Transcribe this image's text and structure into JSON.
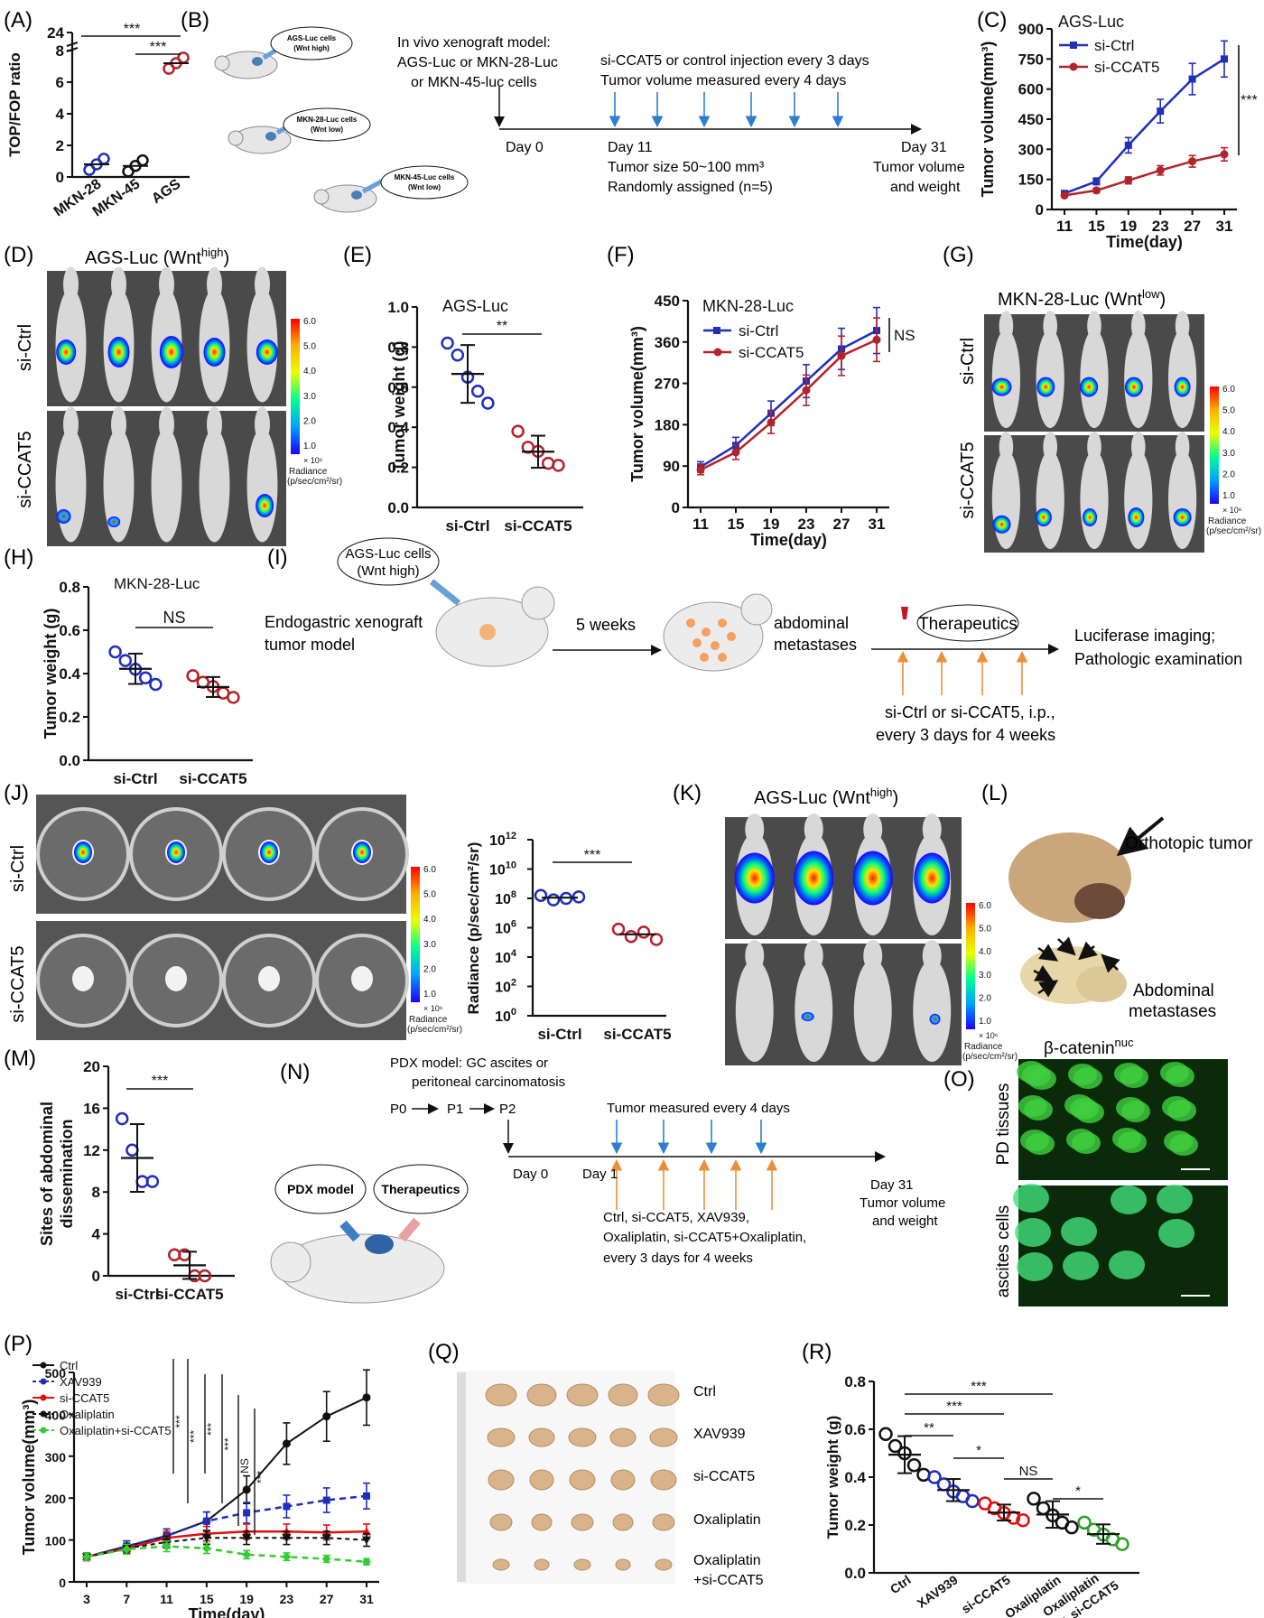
{
  "colors": {
    "blue": "#1f2fb8",
    "red": "#b3232a",
    "green": "#2ca02c",
    "black": "#111111",
    "arrow_blue": "#2b7ed1",
    "arrow_orange": "#e8913a",
    "photo_bg": "#4a4a4a",
    "ivory": "#e7d7a8"
  },
  "panels": {
    "A": {
      "label": "(A)",
      "chart_data": {
        "type": "scatter",
        "categories": [
          "MKN-28",
          "MKN-45",
          "AGS"
        ],
        "values": [
          0.8,
          0.7,
          7.2
        ],
        "ylabel": "TOP/FOP ratio",
        "yticks": [
          "0",
          "2",
          "4",
          "6",
          "8",
          "24"
        ],
        "sig": [
          "***",
          "***"
        ]
      }
    },
    "B": {
      "label": "(B)",
      "mouse_labels": [
        [
          "AGS-Luc cells",
          "(Wnt high)"
        ],
        [
          "MKN-28-Luc cells",
          "(Wnt low)"
        ],
        [
          "MKN-45-Luc cells",
          "(Wnt low)"
        ]
      ],
      "model_lines": [
        "In vivo xenograft model:",
        "AGS-Luc or MKN-28-Luc",
        "or MKN-45-luc cells"
      ],
      "injection_lines": [
        "si-CCAT5 or control injection every 3 days",
        "Tumor volume measured every 4 days"
      ],
      "day0": "Day 0",
      "day11_lines": [
        "Day 11",
        "Tumor size 50~100 mm³",
        "Randomly assigned (n=5)"
      ],
      "day31_lines": [
        "Day 31",
        "Tumor volume",
        "and weight"
      ]
    },
    "C": {
      "label": "(C)",
      "chart_data": {
        "type": "line",
        "title": "AGS-Luc",
        "x": [
          11,
          15,
          19,
          23,
          27,
          31
        ],
        "series": [
          {
            "name": "si-Ctrl",
            "values": [
              80,
              140,
              320,
              490,
              650,
              750
            ]
          },
          {
            "name": "si-CCAT5",
            "values": [
              70,
              95,
              145,
              195,
              240,
              275
            ]
          }
        ],
        "xlabel": "Time(day)",
        "ylabel": "Tumor volume(mm³)",
        "ylim": [
          0,
          900
        ],
        "yticks": [
          "0",
          "150",
          "300",
          "450",
          "600",
          "750",
          "900"
        ],
        "sig": "***"
      }
    },
    "D": {
      "label": "(D)",
      "title": "AGS-Luc (Wnt",
      "title_sup": "high",
      "title_end": ")",
      "rows": [
        "si-Ctrl",
        "si-CCAT5"
      ]
    },
    "E": {
      "label": "(E)",
      "chart_data": {
        "type": "scatter",
        "title": "AGS-Luc",
        "categories": [
          "si-Ctrl",
          "si-CCAT5"
        ],
        "series": [
          {
            "name": "si-Ctrl",
            "values": [
              0.82,
              0.76,
              0.65,
              0.58,
              0.52
            ]
          },
          {
            "name": "si-CCAT5",
            "values": [
              0.38,
              0.3,
              0.28,
              0.22,
              0.21
            ]
          }
        ],
        "ylabel": "Tumor weight (g)",
        "ylim": [
          0,
          1.0
        ],
        "yticks": [
          "0.0",
          "0.2",
          "0.4",
          "0.6",
          "0.8",
          "1.0"
        ],
        "sig": "**"
      }
    },
    "F": {
      "label": "(F)",
      "chart_data": {
        "type": "line",
        "title": "MKN-28-Luc",
        "x": [
          11,
          15,
          19,
          23,
          27,
          31
        ],
        "series": [
          {
            "name": "si-Ctrl",
            "values": [
              88,
              135,
              205,
              275,
              345,
              385
            ]
          },
          {
            "name": "si-CCAT5",
            "values": [
              82,
              120,
              185,
              255,
              330,
              365
            ]
          }
        ],
        "xlabel": "Time(day)",
        "ylabel": "Tumor volume(mm³)",
        "ylim": [
          0,
          450
        ],
        "yticks": [
          "0",
          "90",
          "180",
          "270",
          "360",
          "450"
        ],
        "sig": "NS"
      }
    },
    "G": {
      "label": "(G)",
      "title": "MKN-28-Luc (Wnt",
      "title_sup": "low",
      "title_end": ")",
      "rows": [
        "si-Ctrl",
        "si-CCAT5"
      ]
    },
    "H": {
      "label": "(H)",
      "chart_data": {
        "type": "scatter",
        "title": "MKN-28-Luc",
        "categories": [
          "si-Ctrl",
          "si-CCAT5"
        ],
        "series": [
          {
            "name": "si-Ctrl",
            "values": [
              0.5,
              0.46,
              0.42,
              0.38,
              0.35
            ]
          },
          {
            "name": "si-CCAT5",
            "values": [
              0.39,
              0.36,
              0.34,
              0.31,
              0.29
            ]
          }
        ],
        "ylabel": "Tumor weight (g)",
        "ylim": [
          0,
          0.8
        ],
        "yticks": [
          "0.0",
          "0.2",
          "0.4",
          "0.6",
          "0.8"
        ],
        "sig": "NS"
      }
    },
    "I": {
      "label": "(I)",
      "cells": [
        "AGS-Luc cells",
        "(Wnt high)"
      ],
      "model": [
        "Endogastric xenograft",
        "tumor model"
      ],
      "weeks": "5 weeks",
      "meta": [
        "abdominal",
        "metastases"
      ],
      "therapeutics": "Therapeutics",
      "outcome": [
        "Luciferase imaging;",
        "Pathologic examination"
      ],
      "treatment": [
        "si-Ctrl or si-CCAT5, i.p.,",
        "every 3 days for 4 weeks"
      ]
    },
    "J": {
      "label": "(J)",
      "rows": [
        "si-Ctrl",
        "si-CCAT5"
      ],
      "chart_data": {
        "type": "scatter",
        "categories": [
          "si-Ctrl",
          "si-CCAT5"
        ],
        "series": [
          {
            "name": "si-Ctrl",
            "values": [
              8.2,
              7.9,
              8.0,
              8.1
            ]
          },
          {
            "name": "si-CCAT5",
            "values": [
              5.9,
              5.4,
              5.7,
              5.2
            ]
          }
        ],
        "ylabel": "Radiance (p/sec/cm²/sr)",
        "ylim": [
          0,
          12
        ],
        "ytick_exps": [
          "0",
          "2",
          "4",
          "6",
          "8",
          "10",
          "12"
        ],
        "sig": "***"
      }
    },
    "K": {
      "label": "(K)",
      "title": "AGS-Luc (Wnt",
      "title_sup": "high",
      "title_end": ")"
    },
    "L": {
      "label": "(L)",
      "ann1": "Orthotopic tumor",
      "ann2": [
        "Abdominal",
        "metastases"
      ]
    },
    "M": {
      "label": "(M)",
      "chart_data": {
        "type": "scatter",
        "categories": [
          "si-Ctrl",
          "si-CCAT5"
        ],
        "series": [
          {
            "name": "si-Ctrl",
            "values": [
              15,
              12,
              9,
              9
            ]
          },
          {
            "name": "si-CCAT5",
            "values": [
              2,
              2,
              0,
              0
            ]
          }
        ],
        "ylabel": [
          "Sites of abdominal",
          "dissemination"
        ],
        "ylim": [
          0,
          20
        ],
        "yticks": [
          "0",
          "4",
          "8",
          "12",
          "16",
          "20"
        ],
        "sig": "***"
      }
    },
    "N": {
      "label": "(N)",
      "pdx_lines": [
        "PDX model:  GC ascites or",
        "peritoneal carcinomatosis"
      ],
      "passages": [
        "P0",
        "P1",
        "P2"
      ],
      "measured": "Tumor measured every 4 days",
      "day0": "Day 0",
      "day1": "Day 1",
      "day31_lines": [
        "Day 31",
        "Tumor volume",
        "and weight"
      ],
      "pdx_bubble": "PDX model",
      "ther_bubble": "Therapeutics",
      "treatments": [
        "Ctrl, si-CCAT5, XAV939,",
        "Oxaliplatin, si-CCAT5+Oxaliplatin,",
        "every 3 days for 4 weeks"
      ]
    },
    "O": {
      "label": "(O)",
      "title": "β-catenin",
      "title_sup": "nuc",
      "rows": [
        "PD tissues",
        "ascites cells"
      ]
    },
    "P": {
      "label": "(P)",
      "chart_data": {
        "type": "line",
        "x": [
          3,
          7,
          11,
          15,
          19,
          23,
          27,
          31
        ],
        "series": [
          {
            "name": "Ctrl",
            "values": [
              60,
              85,
              110,
              145,
              220,
              330,
              395,
              440
            ]
          },
          {
            "name": "XAV939",
            "values": [
              60,
              85,
              110,
              145,
              165,
              180,
              195,
              205
            ]
          },
          {
            "name": "si-CCAT5",
            "values": [
              60,
              80,
              105,
              115,
              120,
              120,
              118,
              120
            ]
          },
          {
            "name": "Oxaliplatin",
            "values": [
              60,
              80,
              95,
              105,
              105,
              105,
              105,
              100
            ]
          },
          {
            "name": "Oxaliplatin+si-CCAT5",
            "values": [
              60,
              78,
              85,
              80,
              65,
              60,
              55,
              48
            ]
          }
        ],
        "xlabel": "Time(day)",
        "ylabel": "Tumor volume(mm³)",
        "ylim": [
          0,
          500
        ],
        "yticks": [
          "0",
          "100",
          "200",
          "300",
          "400",
          "500"
        ],
        "sig": [
          "***",
          "***",
          "***",
          "***",
          "NS",
          "***"
        ]
      }
    },
    "Q": {
      "label": "(Q)",
      "rows": [
        "Ctrl",
        "XAV939",
        "si-CCAT5",
        "Oxaliplatin",
        "Oxaliplatin",
        "+si-CCAT5"
      ]
    },
    "R": {
      "label": "(R)",
      "chart_data": {
        "type": "scatter",
        "categories": [
          "Ctrl",
          "XAV939",
          "si-CCAT5",
          "Oxaliplatin",
          "Oxaliplatin + si-CCAT5"
        ],
        "cat_labels": [
          "Ctrl",
          "XAV939",
          "si-CCAT5",
          "Oxaliplatin",
          "Oxaliplatin",
          "+ si-CCAT5"
        ],
        "series": [
          {
            "name": "Ctrl",
            "values": [
              0.58,
              0.53,
              0.5,
              0.45,
              0.41
            ]
          },
          {
            "name": "XAV939",
            "values": [
              0.4,
              0.37,
              0.34,
              0.32,
              0.3
            ]
          },
          {
            "name": "si-CCAT5",
            "values": [
              0.29,
              0.27,
              0.25,
              0.23,
              0.22
            ]
          },
          {
            "name": "Oxaliplatin",
            "values": [
              0.31,
              0.27,
              0.24,
              0.21,
              0.19
            ]
          },
          {
            "name": "Oxaliplatin + si-CCAT5",
            "values": [
              0.21,
              0.18,
              0.16,
              0.14,
              0.12
            ]
          }
        ],
        "ylabel": "Tumor weight (g)",
        "ylim": [
          0,
          0.8
        ],
        "yticks": [
          "0.0",
          "0.2",
          "0.4",
          "0.6",
          "0.8"
        ],
        "sig": [
          "***",
          "***",
          "**",
          "*",
          "NS",
          "*"
        ]
      }
    }
  },
  "colorbar": {
    "ticks": [
      "6.0",
      "5.0",
      "4.0",
      "3.0",
      "2.0",
      "1.0"
    ],
    "unit": "× 10⁶",
    "title": "Radiance",
    "subtitle": "(p/sec/cm²/sr)"
  }
}
